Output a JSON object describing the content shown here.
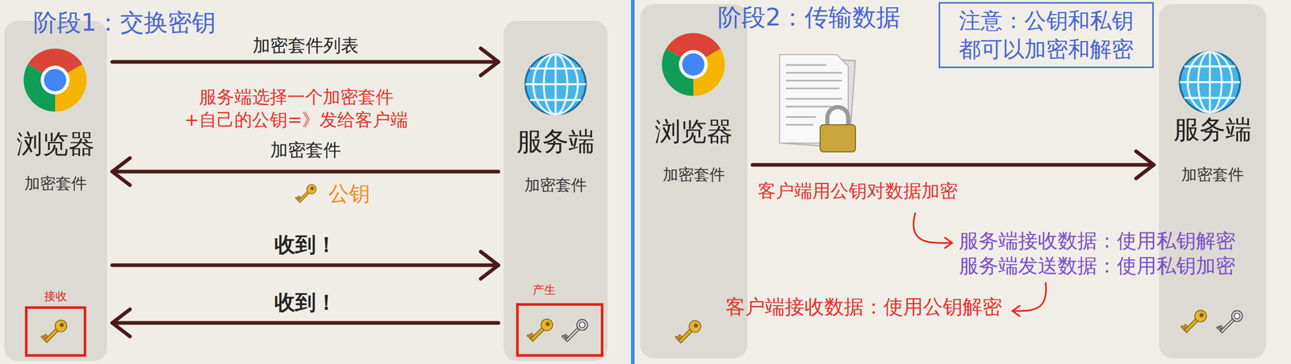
{
  "diagram": {
    "nodes": [
      {
        "text": [
          "浏览器",
          "加密套件"
        ]
      },
      {
        "text": [
          "接收"
        ],
        "in": 0
      },
      {
        "text": [
          "服务端",
          "加密套件"
        ]
      },
      {
        "text": [
          "产生"
        ],
        "in": 2
      },
      {
        "text": [
          "浏览器",
          "加密套件"
        ]
      },
      {
        "text": [
          "注意：公钥和私钥 都可以加密和解密"
        ]
      },
      {
        "text": [
          "服务端",
          "加密套件"
        ]
      }
    ],
    "edges": [
      {
        "from": 0,
        "to": 2,
        "arrow": "to",
        "label": "加密套件列表"
      },
      {
        "from": 2,
        "to": 0,
        "arrow": "to",
        "label": "加密套件"
      },
      {
        "from": 0,
        "to": 2,
        "arrow": "to",
        "label": "收到！"
      },
      {
        "from": 2,
        "to": 0,
        "arrow": "to",
        "label": "收到！"
      },
      {
        "from": 4,
        "to": 6,
        "arrow": "to"
      }
    ],
    "labels": [
      "阶段1：交换密钥",
      "服务端选择一个加密套件 +自己的公钥=》发给客户端",
      "公钥",
      "阶段2：传输数据",
      "客户端用公钥对数据加密",
      "服务端接收数据：使用私钥解密",
      "服务端发送数据：使用私钥加密",
      "客户端接收数据：使用公钥解密"
    ]
  }
}
